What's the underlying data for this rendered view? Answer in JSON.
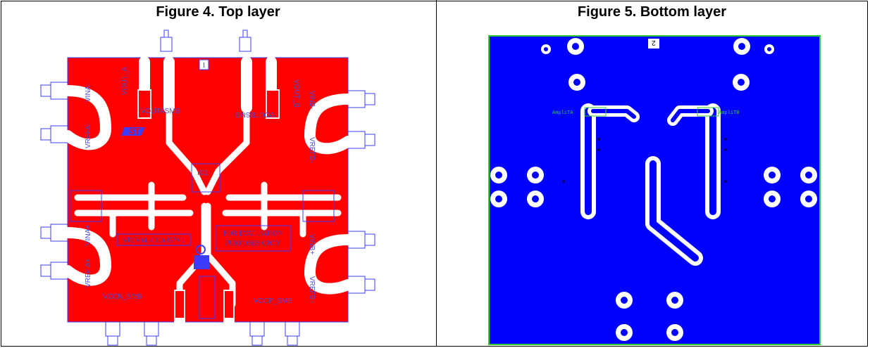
{
  "figures": [
    {
      "caption": "Figure 4.  Top layer",
      "silkscreen": {
        "board_id": "STEVAL-CCA057V1",
        "eval_note_line1": "FOR EVALUATION",
        "eval_note_line2": "PURPOSES ONLY",
        "vouta": "VOUTASMB",
        "voutb": "VOUTBSMB",
        "vout_a": "VOUT_A",
        "vout_b": "VOUT_B",
        "vina_minus": "VINA-",
        "vrefa_minus": "VREFA-",
        "vina_plus": "VINA+",
        "vrefa_plus": "VREF A+",
        "vinb_minus": "VINB-",
        "vrefb_minus": "VREFB-",
        "vinb_plus": "VINB+",
        "vrefb_plus": "VREFB+",
        "vccn": "VCCN_SMB",
        "vccp": "VCCP_SMB",
        "layer_number": "1",
        "ic": "IC1"
      },
      "colors": {
        "copper": "#ff0000",
        "outline": "#3c3cff",
        "trace_gap": "#ffffff"
      }
    },
    {
      "caption": "Figure 5.  Bottom layer",
      "silkscreen": {
        "layer_number": "2",
        "label_left": "AmpliTA",
        "label_right": "AmpliTB"
      },
      "colors": {
        "copper": "#0000ff",
        "outline": "#33cc33",
        "trace_gap": "#ffffff"
      }
    }
  ]
}
